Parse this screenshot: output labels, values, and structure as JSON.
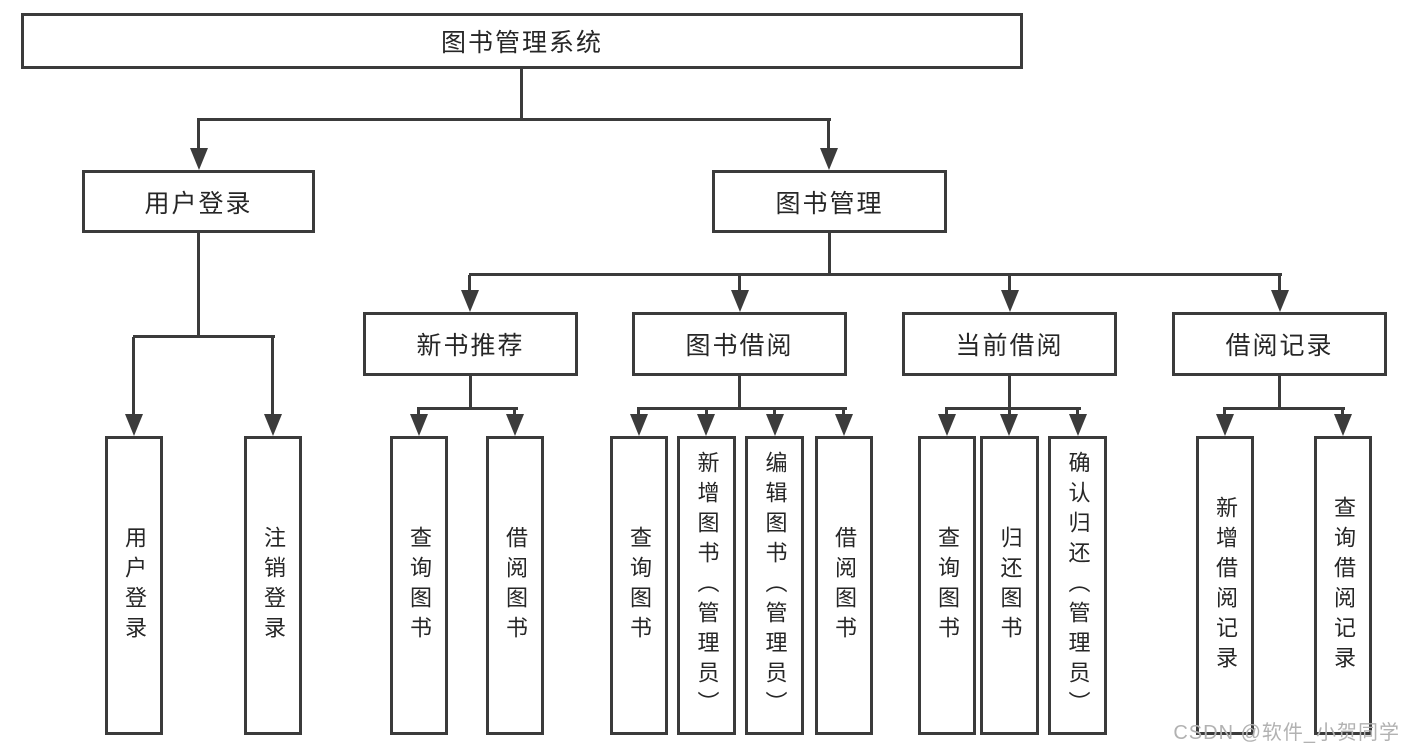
{
  "diagram": {
    "title": "图书管理系统",
    "nodes": {
      "root": {
        "label": "图书管理系统"
      },
      "user_login": {
        "label": "用户登录"
      },
      "book_mgmt": {
        "label": "图书管理"
      },
      "new_book_rec": {
        "label": "新书推荐"
      },
      "book_borrow": {
        "label": "图书借阅"
      },
      "current_borrow": {
        "label": "当前借阅"
      },
      "borrow_records": {
        "label": "借阅记录"
      },
      "leaf_user_login": {
        "label": "用户登录"
      },
      "leaf_logout": {
        "label": "注销登录"
      },
      "leaf_query_book_1": {
        "label": "查询图书"
      },
      "leaf_borrow_book_1": {
        "label": "借阅图书"
      },
      "leaf_query_book_2": {
        "label": "查询图书"
      },
      "leaf_add_book": {
        "label": "新增图书（管理员）"
      },
      "leaf_edit_book": {
        "label": "编辑图书（管理员）"
      },
      "leaf_borrow_book_2": {
        "label": "借阅图书"
      },
      "leaf_query_book_3": {
        "label": "查询图书"
      },
      "leaf_return_book": {
        "label": "归还图书"
      },
      "leaf_confirm_return": {
        "label": "确认归还（管理员）"
      },
      "leaf_add_record": {
        "label": "新增借阅记录"
      },
      "leaf_query_record": {
        "label": "查询借阅记录"
      }
    },
    "edges": [
      [
        "root",
        "user_login"
      ],
      [
        "root",
        "book_mgmt"
      ],
      [
        "user_login",
        "leaf_user_login"
      ],
      [
        "user_login",
        "leaf_logout"
      ],
      [
        "book_mgmt",
        "new_book_rec"
      ],
      [
        "book_mgmt",
        "book_borrow"
      ],
      [
        "book_mgmt",
        "current_borrow"
      ],
      [
        "book_mgmt",
        "borrow_records"
      ],
      [
        "new_book_rec",
        "leaf_query_book_1"
      ],
      [
        "new_book_rec",
        "leaf_borrow_book_1"
      ],
      [
        "book_borrow",
        "leaf_query_book_2"
      ],
      [
        "book_borrow",
        "leaf_add_book"
      ],
      [
        "book_borrow",
        "leaf_edit_book"
      ],
      [
        "book_borrow",
        "leaf_borrow_book_2"
      ],
      [
        "current_borrow",
        "leaf_query_book_3"
      ],
      [
        "current_borrow",
        "leaf_return_book"
      ],
      [
        "current_borrow",
        "leaf_confirm_return"
      ],
      [
        "borrow_records",
        "leaf_add_record"
      ],
      [
        "borrow_records",
        "leaf_query_record"
      ]
    ],
    "watermark": "CSDN @软件_小贺同学"
  },
  "colors": {
    "line": "#3b3b3b",
    "text": "#262626",
    "watermark": "#b2b2b2",
    "background": "#ffffff"
  }
}
